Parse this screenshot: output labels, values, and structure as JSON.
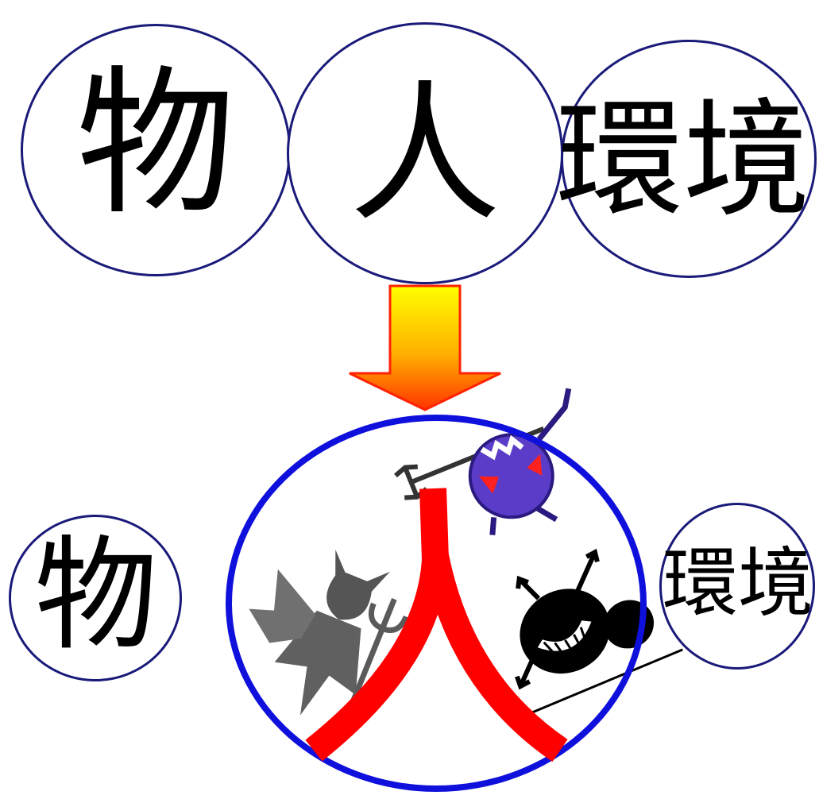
{
  "top_row": {
    "left_label": "物",
    "center_label": "人",
    "right_label": "環境"
  },
  "bottom_row": {
    "left_label": "物",
    "center_label": "人",
    "right_label": "環境"
  },
  "colors": {
    "top_circle_outline": "#1a1a7a",
    "center_circle_outline": "#1010dd",
    "emphasis_text": "#ff0000",
    "arrow_top": "#ffff00",
    "arrow_bottom": "#ff3300",
    "arrow_outline": "#ff2200",
    "devil_purple": "#5a3cc8",
    "devil_gray": "#666666",
    "devil_black": "#000000"
  }
}
